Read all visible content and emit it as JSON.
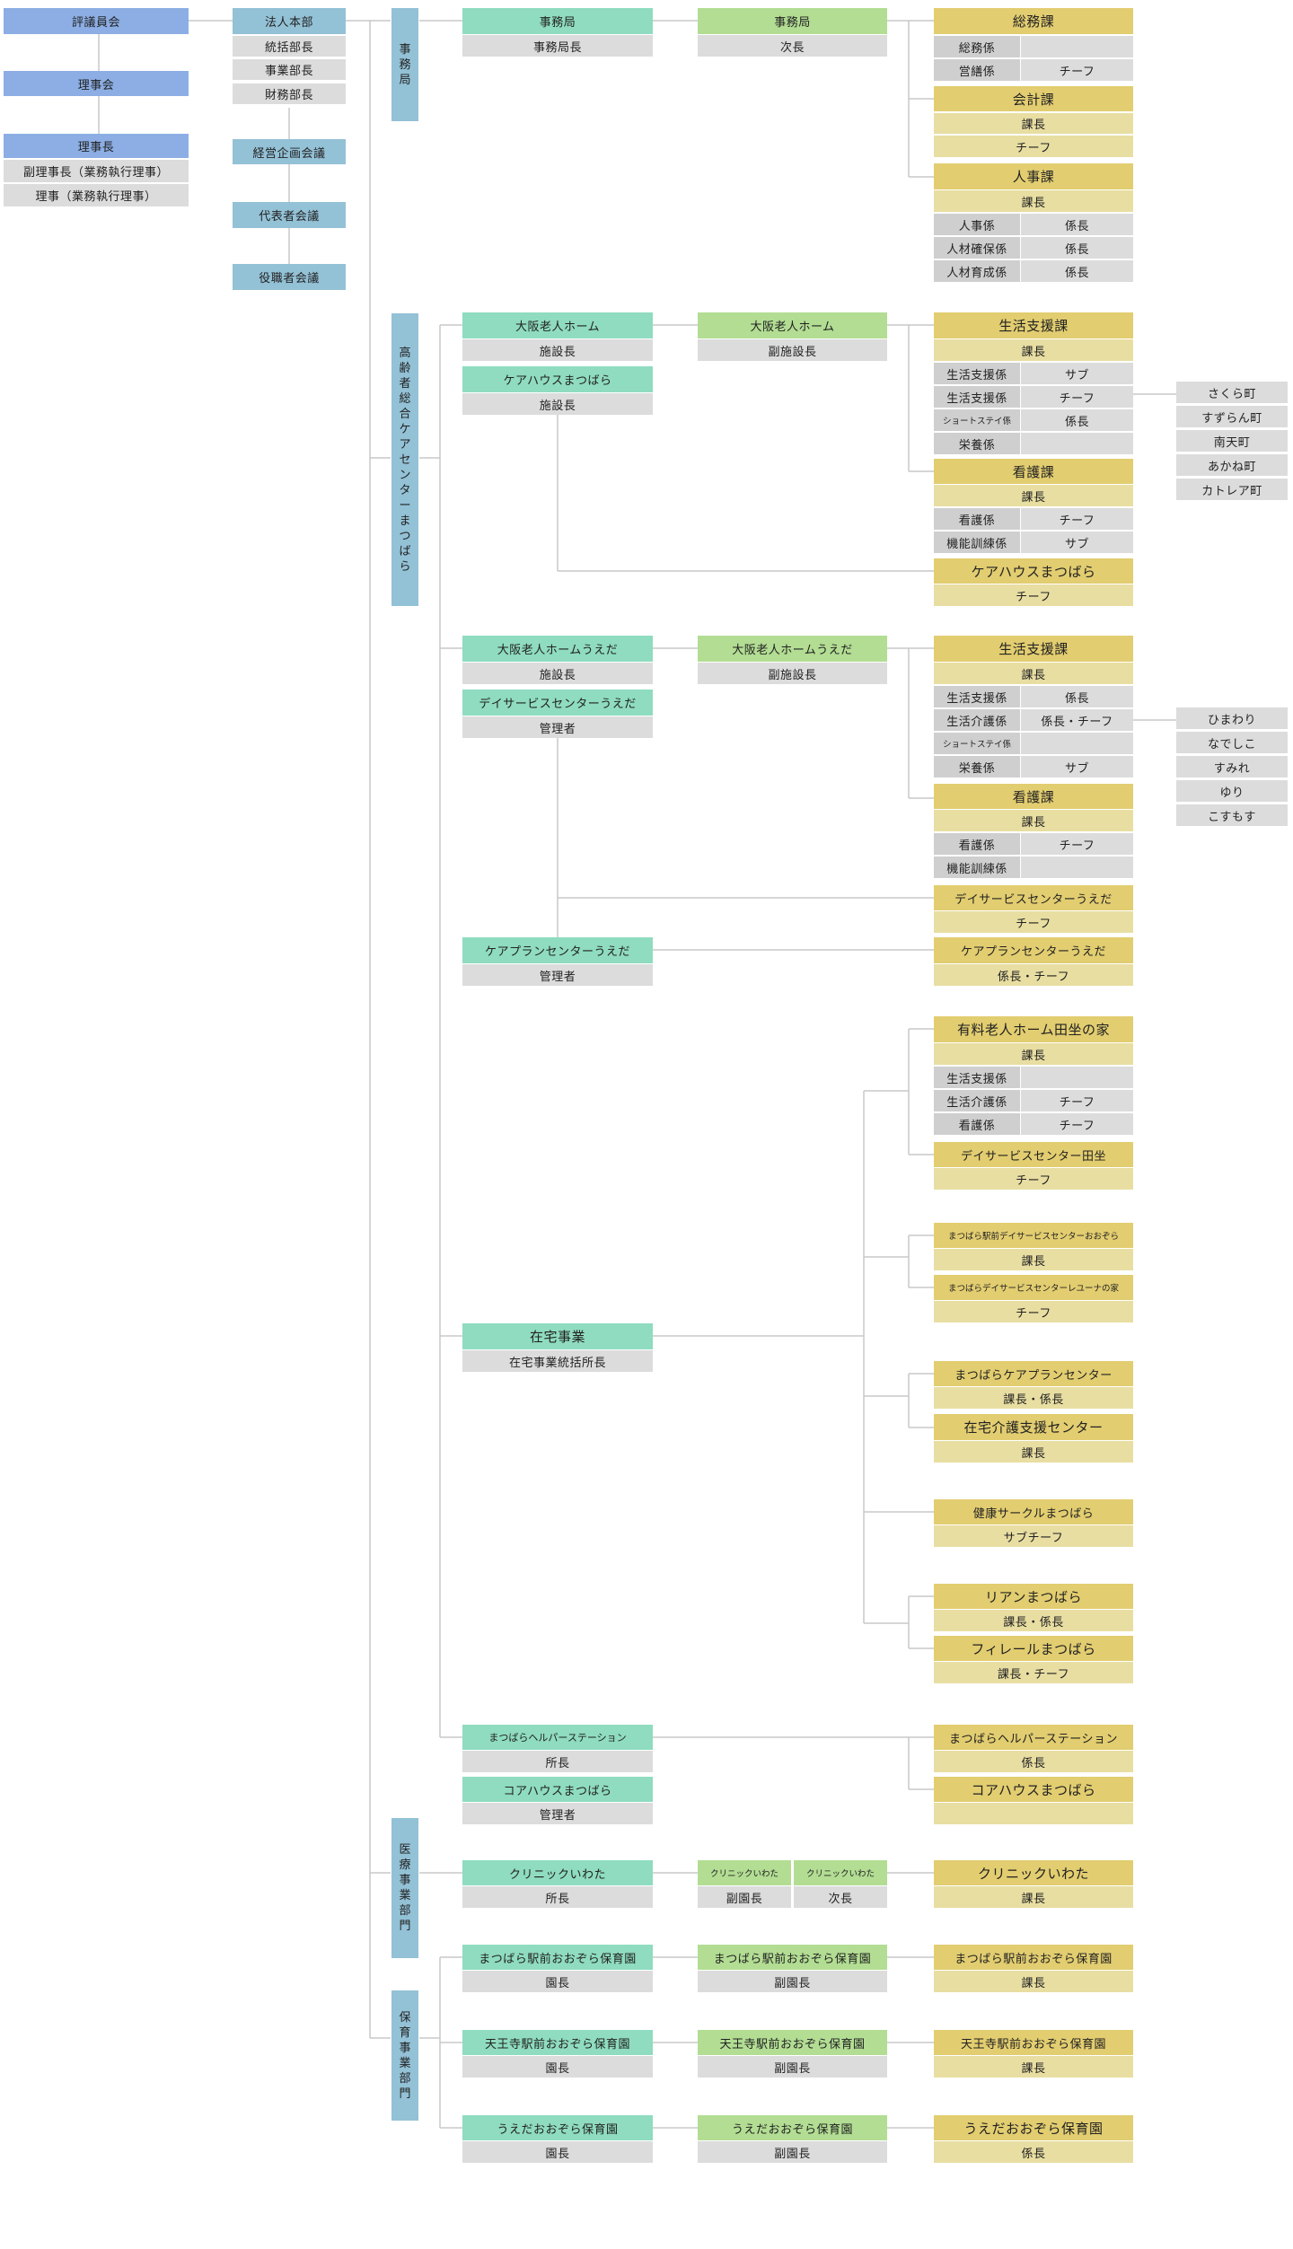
{
  "colors": {
    "governance": "#8caee4",
    "corporate": "#93c1d6",
    "facility": "#8fdcc0",
    "deputy": "#b2dd93",
    "section": "#e2cd70",
    "section_role": "#e8dea2",
    "role": "#dcdcdc",
    "connector": "#c8c8c8"
  },
  "governance": {
    "council": "評議員会",
    "board": "理事会",
    "chairman": "理事長",
    "vice_chairman": "副理事長（業務執行理事）",
    "director": "理事（業務執行理事）"
  },
  "hq": {
    "title": "法人本部",
    "general_manager": "統括部長",
    "business_manager": "事業部長",
    "finance_manager": "財務部長",
    "mgmt_meeting": "経営企画会議",
    "rep_meeting": "代表者会議",
    "officer_meeting": "役職者会議"
  },
  "divisions": {
    "secretariat": "事務局",
    "elderly": "高齢者総合ケアセンターまつばら",
    "medical": "医療事業部門",
    "childcare": "保育事業部門"
  },
  "sec": {
    "l1": "事務局",
    "l1r": "事務局長",
    "l2": "事務局",
    "l2r": "次長",
    "somu": "総務課",
    "somu_r1a": "総務係",
    "somu_r2a": "営繕係",
    "somu_r2b": "チーフ",
    "kaikei": "会計課",
    "kaikei_r1": "課長",
    "kaikei_r2": "チーフ",
    "jinji": "人事課",
    "jinji_r0": "課長",
    "jinji_r1a": "人事係",
    "jinji_r1b": "係長",
    "jinji_r2a": "人材確保係",
    "jinji_r2b": "係長",
    "jinji_r3a": "人材育成係",
    "jinji_r3b": "係長"
  },
  "osaka": {
    "home": "大阪老人ホーム",
    "home_r": "施設長",
    "carehouse": "ケアハウスまつばら",
    "carehouse_r": "施設長",
    "deputy": "大阪老人ホーム",
    "deputy_r": "副施設長",
    "seikatsu": "生活支援課",
    "seikatsu_r0": "課長",
    "seikatsu_r1a": "生活支援係",
    "seikatsu_r1b": "サブ",
    "seikatsu_r2a": "生活支援係",
    "seikatsu_r2b": "チーフ",
    "seikatsu_r3a": "ショートステイ係",
    "seikatsu_r3b": "係長",
    "seikatsu_r4a": "栄養係",
    "kango": "看護課",
    "kango_r0": "課長",
    "kango_r1a": "看護係",
    "kango_r1b": "チーフ",
    "kango_r2a": "機能訓練係",
    "kango_r2b": "サブ",
    "ch_sec": "ケアハウスまつばら",
    "ch_sec_r": "チーフ",
    "units": [
      "さくら町",
      "すずらん町",
      "南天町",
      "あかね町",
      "カトレア町"
    ]
  },
  "ueda": {
    "home": "大阪老人ホームうえだ",
    "home_r": "施設長",
    "day": "デイサービスセンターうえだ",
    "day_r": "管理者",
    "deputy": "大阪老人ホームうえだ",
    "deputy_r": "副施設長",
    "seikatsu": "生活支援課",
    "seikatsu_r0": "課長",
    "seikatsu_r1a": "生活支援係",
    "seikatsu_r1b": "係長",
    "seikatsu_r2a": "生活介護係",
    "seikatsu_r2b": "係長・チーフ",
    "seikatsu_r3a": "ショートステイ係",
    "seikatsu_r4a": "栄養係",
    "seikatsu_r4b": "サブ",
    "kango": "看護課",
    "kango_r0": "課長",
    "kango_r1a": "看護係",
    "kango_r1b": "チーフ",
    "kango_r2a": "機能訓練係",
    "day_sec": "デイサービスセンターうえだ",
    "day_sec_r": "チーフ",
    "cp": "ケアプランセンターうえだ",
    "cp_r": "管理者",
    "cp_sec": "ケアプランセンターうえだ",
    "cp_sec_r": "係長・チーフ",
    "units": [
      "ひまわり",
      "なでしこ",
      "すみれ",
      "ゆり",
      "こすもす"
    ]
  },
  "zaitaku": {
    "title": "在宅事業",
    "title_r": "在宅事業統括所長",
    "tanoue": "有料老人ホーム田坐の家",
    "tanoue_r0": "課長",
    "tanoue_r1a": "生活支援係",
    "tanoue_r2a": "生活介護係",
    "tanoue_r2b": "チーフ",
    "tanoue_r3a": "看護係",
    "tanoue_r3b": "チーフ",
    "tanoue_day": "デイサービスセンター田坐",
    "tanoue_day_r": "チーフ",
    "ekimae_day": "まつばら駅前デイサービスセンターおおぞら",
    "ekimae_day_r": "課長",
    "leyna": "まつばらデイサービスセンターレユーナの家",
    "leyna_r": "チーフ",
    "cp": "まつばらケアプランセンター",
    "cp_r": "課長・係長",
    "shien": "在宅介護支援センター",
    "shien_r": "課長",
    "kenko": "健康サークルまつばら",
    "kenko_r": "サブチーフ",
    "rian": "リアンまつばら",
    "rian_r": "課長・係長",
    "filere": "フィレールまつばら",
    "filere_r": "課長・チーフ"
  },
  "helper": {
    "l1": "まつばらヘルパーステーション",
    "l1r": "所長",
    "coa": "コアハウスまつばら",
    "coa_r": "管理者",
    "sec": "まつばらヘルパーステーション",
    "sec_r": "係長",
    "coa_sec": "コアハウスまつばら"
  },
  "medical": {
    "clinic": "クリニックいわた",
    "clinic_r": "所長",
    "dep1": "クリニックいわた",
    "dep1_r": "副園長",
    "dep2": "クリニックいわた",
    "dep2_r": "次長",
    "sec": "クリニックいわた",
    "sec_r": "課長"
  },
  "nursery": {
    "ekimae": "まつばら駅前おおぞら保育園",
    "ekimae_r": "園長",
    "ekimae_dep": "まつばら駅前おおぞら保育園",
    "ekimae_dep_r": "副園長",
    "ekimae_sec": "まつばら駅前おおぞら保育園",
    "ekimae_sec_r": "課長",
    "tennoji": "天王寺駅前おおぞら保育園",
    "tennoji_r": "園長",
    "tennoji_dep": "天王寺駅前おおぞら保育園",
    "tennoji_dep_r": "副園長",
    "tennoji_sec": "天王寺駅前おおぞら保育園",
    "tennoji_sec_r": "課長",
    "ueda": "うえだおおぞら保育園",
    "ueda_r": "園長",
    "ueda_dep": "うえだおおぞら保育園",
    "ueda_dep_r": "副園長",
    "ueda_sec": "うえだおおぞら保育園",
    "ueda_sec_r": "係長"
  }
}
